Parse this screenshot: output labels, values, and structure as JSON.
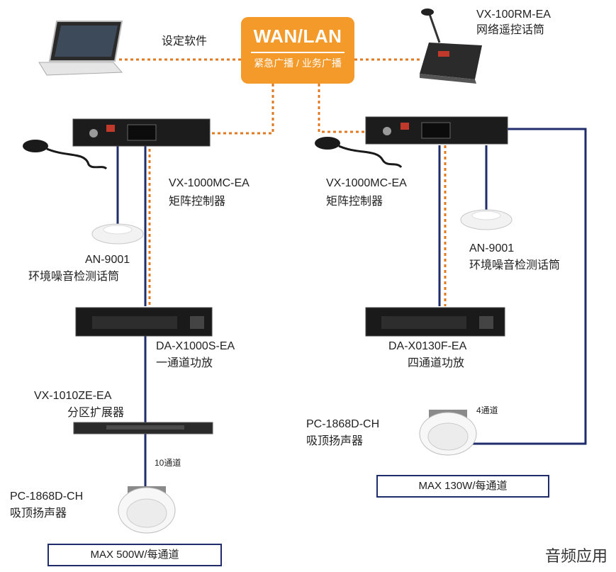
{
  "hub": {
    "title": "WAN/LAN",
    "subtitle_left": "紧急广播",
    "subtitle_right": "业务广播"
  },
  "labels": {
    "software": "设定软件",
    "remote_model": "VX-100RM-EA",
    "remote_name": "网络遥控话筒",
    "mc_left_model": "VX-1000MC-EA",
    "mc_left_name": "矩阵控制器",
    "mc_right_model": "VX-1000MC-EA",
    "mc_right_name": "矩阵控制器",
    "an_left_model": "AN-9001",
    "an_left_name": "环境噪音检测话筒",
    "an_right_model": "AN-9001",
    "an_right_name": "环境噪音检测话筒",
    "amp_left_model": "DA-X1000S-EA",
    "amp_left_name": "一通道功放",
    "amp_right_model": "DA-X0130F-EA",
    "amp_right_name": "四通道功放",
    "ze_model": "VX-1010ZE-EA",
    "ze_name": "分区扩展器",
    "ch10": "10通道",
    "ch4": "4通道",
    "spk_left_model": "PC-1868D-CH",
    "spk_left_name": "吸顶扬声器",
    "spk_right_model": "PC-1868D-CH",
    "spk_right_name": "吸顶扬声器"
  },
  "boxes": {
    "left": "MAX 500W/每通道",
    "right": "MAX 130W/每通道"
  },
  "watermark": "音频应用",
  "colors": {
    "orange": "#f39a2a",
    "navy": "#1f2e6b",
    "dotted": "#e07a22"
  }
}
